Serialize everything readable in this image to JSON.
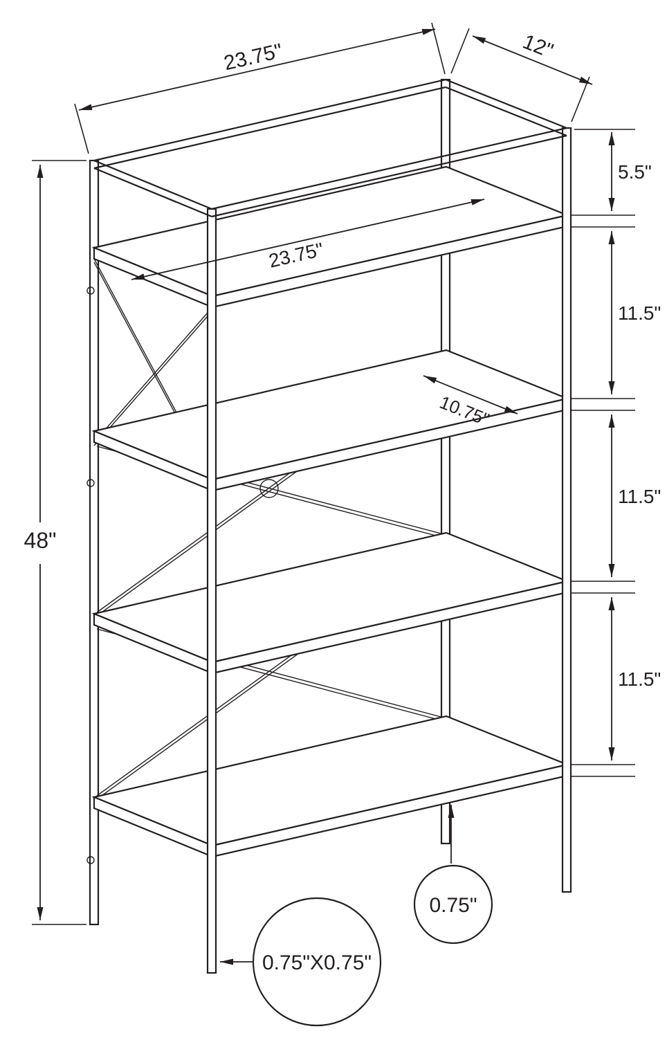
{
  "dims": {
    "width_top": "23.75\"",
    "depth_top": "12\"",
    "height": "48\"",
    "top_gap": "5.5\"",
    "spacing_upper": "11.5\"",
    "spacing_middle": "11.5\"",
    "spacing_lower": "11.5\"",
    "shelf_width": "23.75\"",
    "shelf_depth": "10.75\"",
    "shelf_thickness": "0.75\"",
    "post_section": "0.75\"X0.75\""
  },
  "colors": {
    "line": "#231f20",
    "background": "#ffffff"
  }
}
